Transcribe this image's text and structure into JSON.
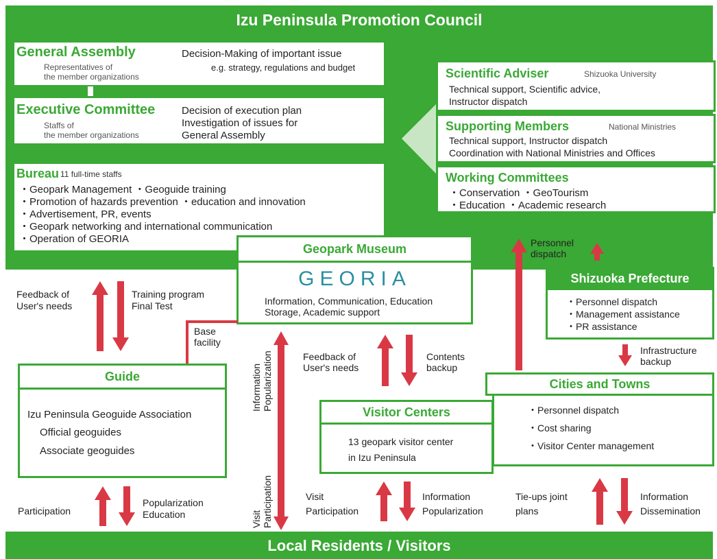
{
  "council": {
    "title": "Izu Peninsula Promotion Council",
    "general_assembly": {
      "title": "General Assembly",
      "sub1": "Representatives of",
      "sub2": "the member organizations",
      "desc1": "Decision-Making of important issue",
      "desc2": "e.g. strategy, regulations and budget"
    },
    "executive_committee": {
      "title": "Executive Committee",
      "sub1": "Staffs of",
      "sub2": "the member organizations",
      "desc1": "Decision of execution plan",
      "desc2": "Investigation of issues for",
      "desc3": "General Assembly"
    },
    "bureau": {
      "title": "Bureau",
      "staff": "11 full-time staffs",
      "items": [
        "・Geopark Management  ・Geoguide training",
        "・Promotion of hazards prevention  ・education and innovation",
        "・Advertisement, PR, events",
        "・Geopark networking and international communication",
        "・Operation of GEORIA"
      ]
    },
    "scientific_adviser": {
      "title": "Scientific Adviser",
      "org": "Shizuoka University",
      "desc1": "Technical support, Scientific advice,",
      "desc2": "Instructor dispatch"
    },
    "supporting_members": {
      "title": "Supporting Members",
      "org": "National Ministries",
      "desc1": "Technical support, Instructor dispatch",
      "desc2": "Coordination with National Ministries and Offices"
    },
    "working_committees": {
      "title": "Working Committees",
      "line1": "・Conservation  ・GeoTourism",
      "line2": "・Education  ・Academic research"
    }
  },
  "museum": {
    "title": "Geopark Museum",
    "logo": "GEORIA",
    "desc1": "Information, Communication, Education",
    "desc2": "Storage, Academic support",
    "base": "Base",
    "facility": "facility"
  },
  "guide": {
    "title": "Guide",
    "line1": "Izu Peninsula Geoguide Association",
    "line2": "Official geoguides",
    "line3": "Associate geoguides"
  },
  "visitor_centers": {
    "title": "Visitor Centers",
    "line1": "13 geopark visitor center",
    "line2": "in Izu Peninsula"
  },
  "shizuoka": {
    "title": "Shizuoka Prefecture",
    "items": [
      "・Personnel dispatch",
      "・Management assistance",
      "・PR assistance"
    ]
  },
  "cities": {
    "title": "Cities and Towns",
    "items": [
      "・Personnel dispatch",
      "・Cost sharing",
      "・Visitor Center management"
    ]
  },
  "bottom": {
    "title": "Local Residents / Visitors"
  },
  "flows": {
    "feedback1": "Feedback of",
    "feedback2": "User's needs",
    "training1": "Training program",
    "training2": "Final Test",
    "info_pop1": "Information",
    "info_pop2": "Popularization",
    "visit_part1": "Visit",
    "visit_part2": "Participation",
    "fb_mid1": "Feedback of",
    "fb_mid2": "User's needs",
    "contents1": "Contents",
    "contents2": "backup",
    "personnel1": "Personnel",
    "personnel2": "dispatch",
    "infra1": "Infrastructure",
    "infra2": "backup",
    "participation": "Participation",
    "popularization": "Popularization",
    "education": "Education",
    "visit": "Visit",
    "participation2": "Participation",
    "information": "Information",
    "popularization2": "Popularization",
    "tieups1": "Tie-ups joint",
    "tieups2": "plans",
    "information2": "Information",
    "dissemination": "Dissemination"
  }
}
